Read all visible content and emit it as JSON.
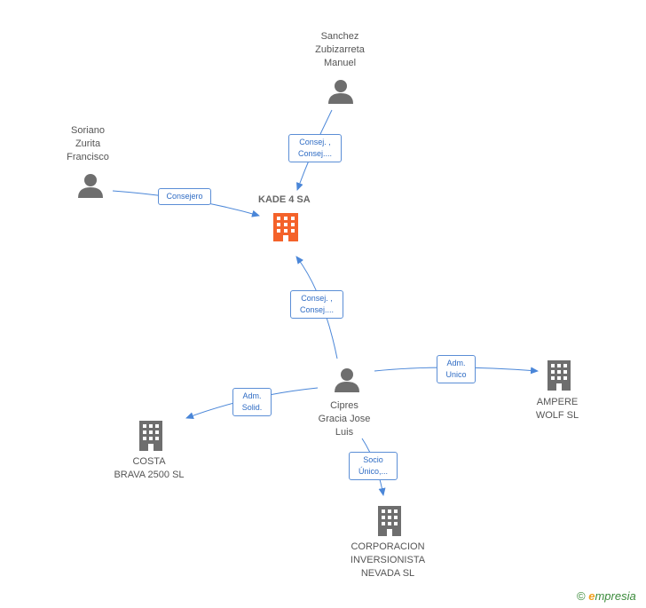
{
  "center": {
    "name": "KADE 4 SA",
    "color": "#f4622a"
  },
  "people": {
    "sanchez": "Sanchez\nZubizarreta\nManuel",
    "soriano": "Soriano\nZurita\nFrancisco",
    "cipres": "Cipres\nGracia Jose\nLuis"
  },
  "companies": {
    "ampere": "AMPERE\nWOLF SL",
    "costa": "COSTA\nBRAVA 2500  SL",
    "corporacion": "CORPORACION\nINVERSIONISTA\nNEVADA SL"
  },
  "edge_labels": {
    "sanchez_kade": "Consej. ,\nConsej....",
    "soriano_kade": "Consejero",
    "cipres_kade": "Consej. ,\nConsej....",
    "cipres_ampere": "Adm.\nUnico",
    "cipres_costa": "Adm.\nSolid.",
    "cipres_corporacion": "Socio\nÚnico,..."
  },
  "colors": {
    "edge": "#4a86d8",
    "person_icon": "#6e6e6e",
    "company_icon": "#6e6e6e",
    "center_icon": "#f4622a"
  },
  "copyright": {
    "symbol": "©",
    "brand_first": "e",
    "brand_rest": "mpresia"
  }
}
